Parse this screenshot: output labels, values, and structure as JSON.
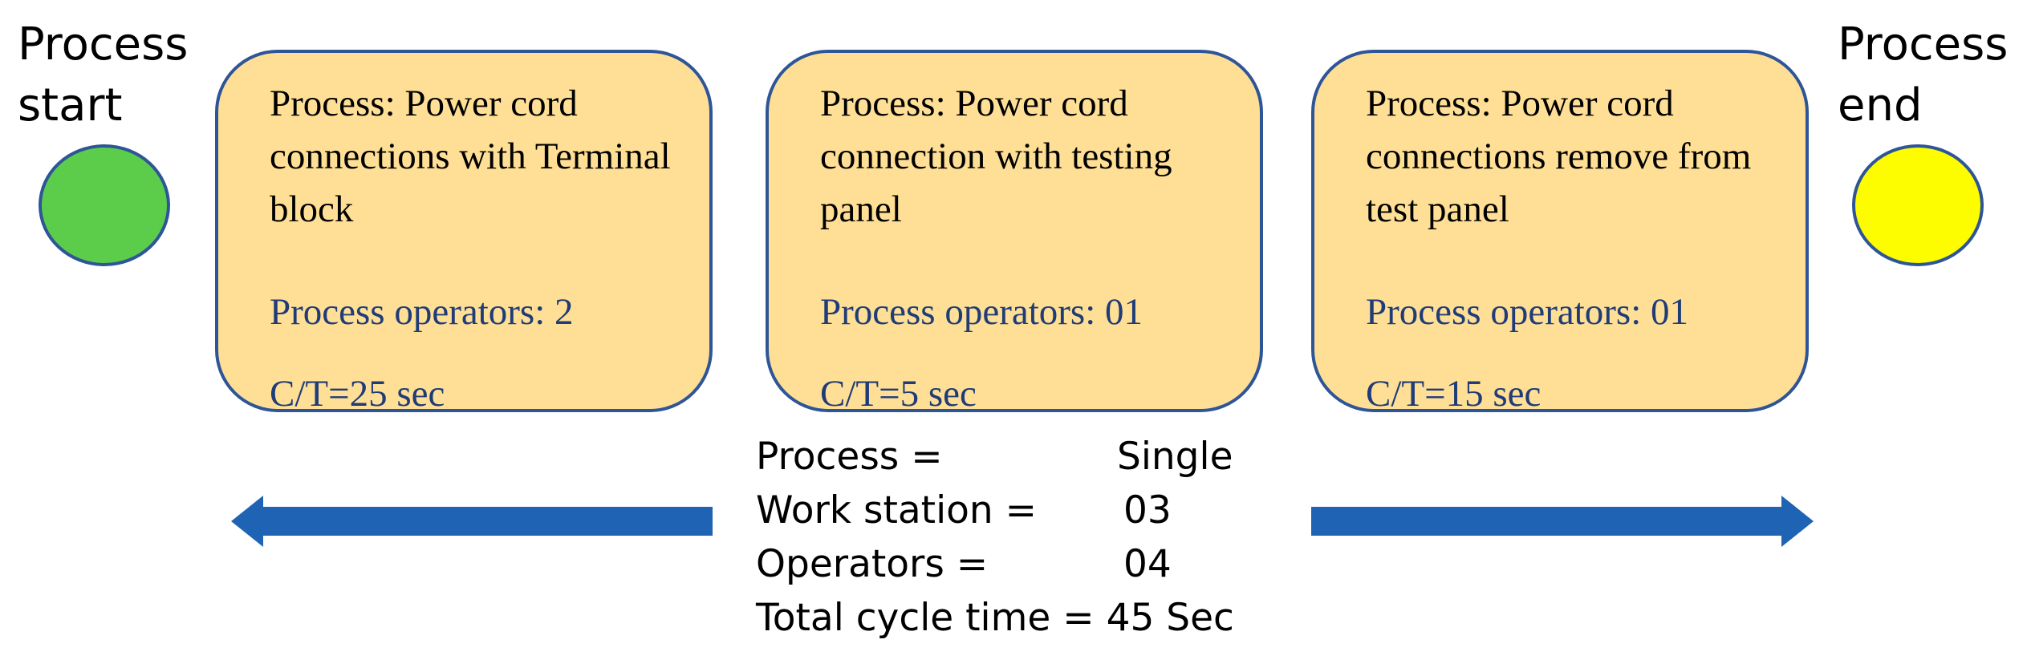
{
  "colors": {
    "box_fill": "#fedf95",
    "box_border": "#2e5597",
    "emphasis_text": "#1f3b78",
    "start_fill": "#5ccd4a",
    "end_fill": "#fdfd00",
    "arrow_fill": "#1f63b4"
  },
  "start": {
    "label_line1": "Process",
    "label_line2": "start"
  },
  "end": {
    "label_line1": "Process",
    "label_line2": "end"
  },
  "processes": [
    {
      "title": "Process: Power cord connections with Terminal block",
      "operators": "Process operators: 2",
      "cycle_time": "C/T=25 sec"
    },
    {
      "title": "Process: Power cord connection with testing panel",
      "operators": "Process operators: 01",
      "cycle_time": "C/T=5 sec"
    },
    {
      "title": "Process: Power cord connections remove from test panel",
      "operators": "Process operators: 01",
      "cycle_time": "C/T=15 sec"
    }
  ],
  "summary": {
    "process_key": "Process =",
    "process_val": "Single",
    "workstation_key": "Work station =",
    "workstation_val": "03",
    "operators_key": "Operators =",
    "operators_val": "04",
    "total_text": "Total cycle time = 45 Sec"
  }
}
